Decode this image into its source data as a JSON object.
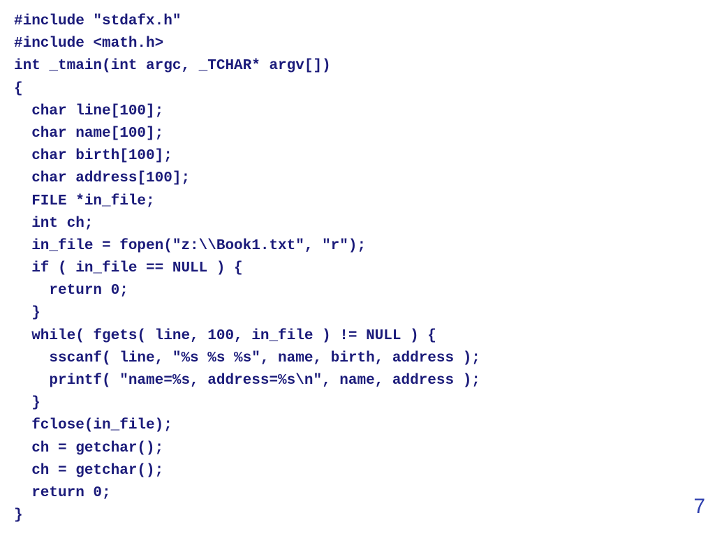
{
  "code_lines": [
    "#include \"stdafx.h\"",
    "#include <math.h>",
    "int _tmain(int argc, _TCHAR* argv[])",
    "{",
    "  char line[100];",
    "  char name[100];",
    "  char birth[100];",
    "  char address[100];",
    "  FILE *in_file;",
    "  int ch;",
    "  in_file = fopen(\"z:\\\\Book1.txt\", \"r\");",
    "  if ( in_file == NULL ) {",
    "    return 0;",
    "  }",
    "  while( fgets( line, 100, in_file ) != NULL ) {",
    "    sscanf( line, \"%s %s %s\", name, birth, address );",
    "    printf( \"name=%s, address=%s\\n\", name, address );",
    "  }",
    "  fclose(in_file);",
    "  ch = getchar();",
    "  ch = getchar();",
    "  return 0;",
    "}"
  ],
  "page_number": "7",
  "colors": {
    "code_text": "#1b1b7a",
    "page_number": "#2e3fae",
    "background": "#ffffff"
  }
}
